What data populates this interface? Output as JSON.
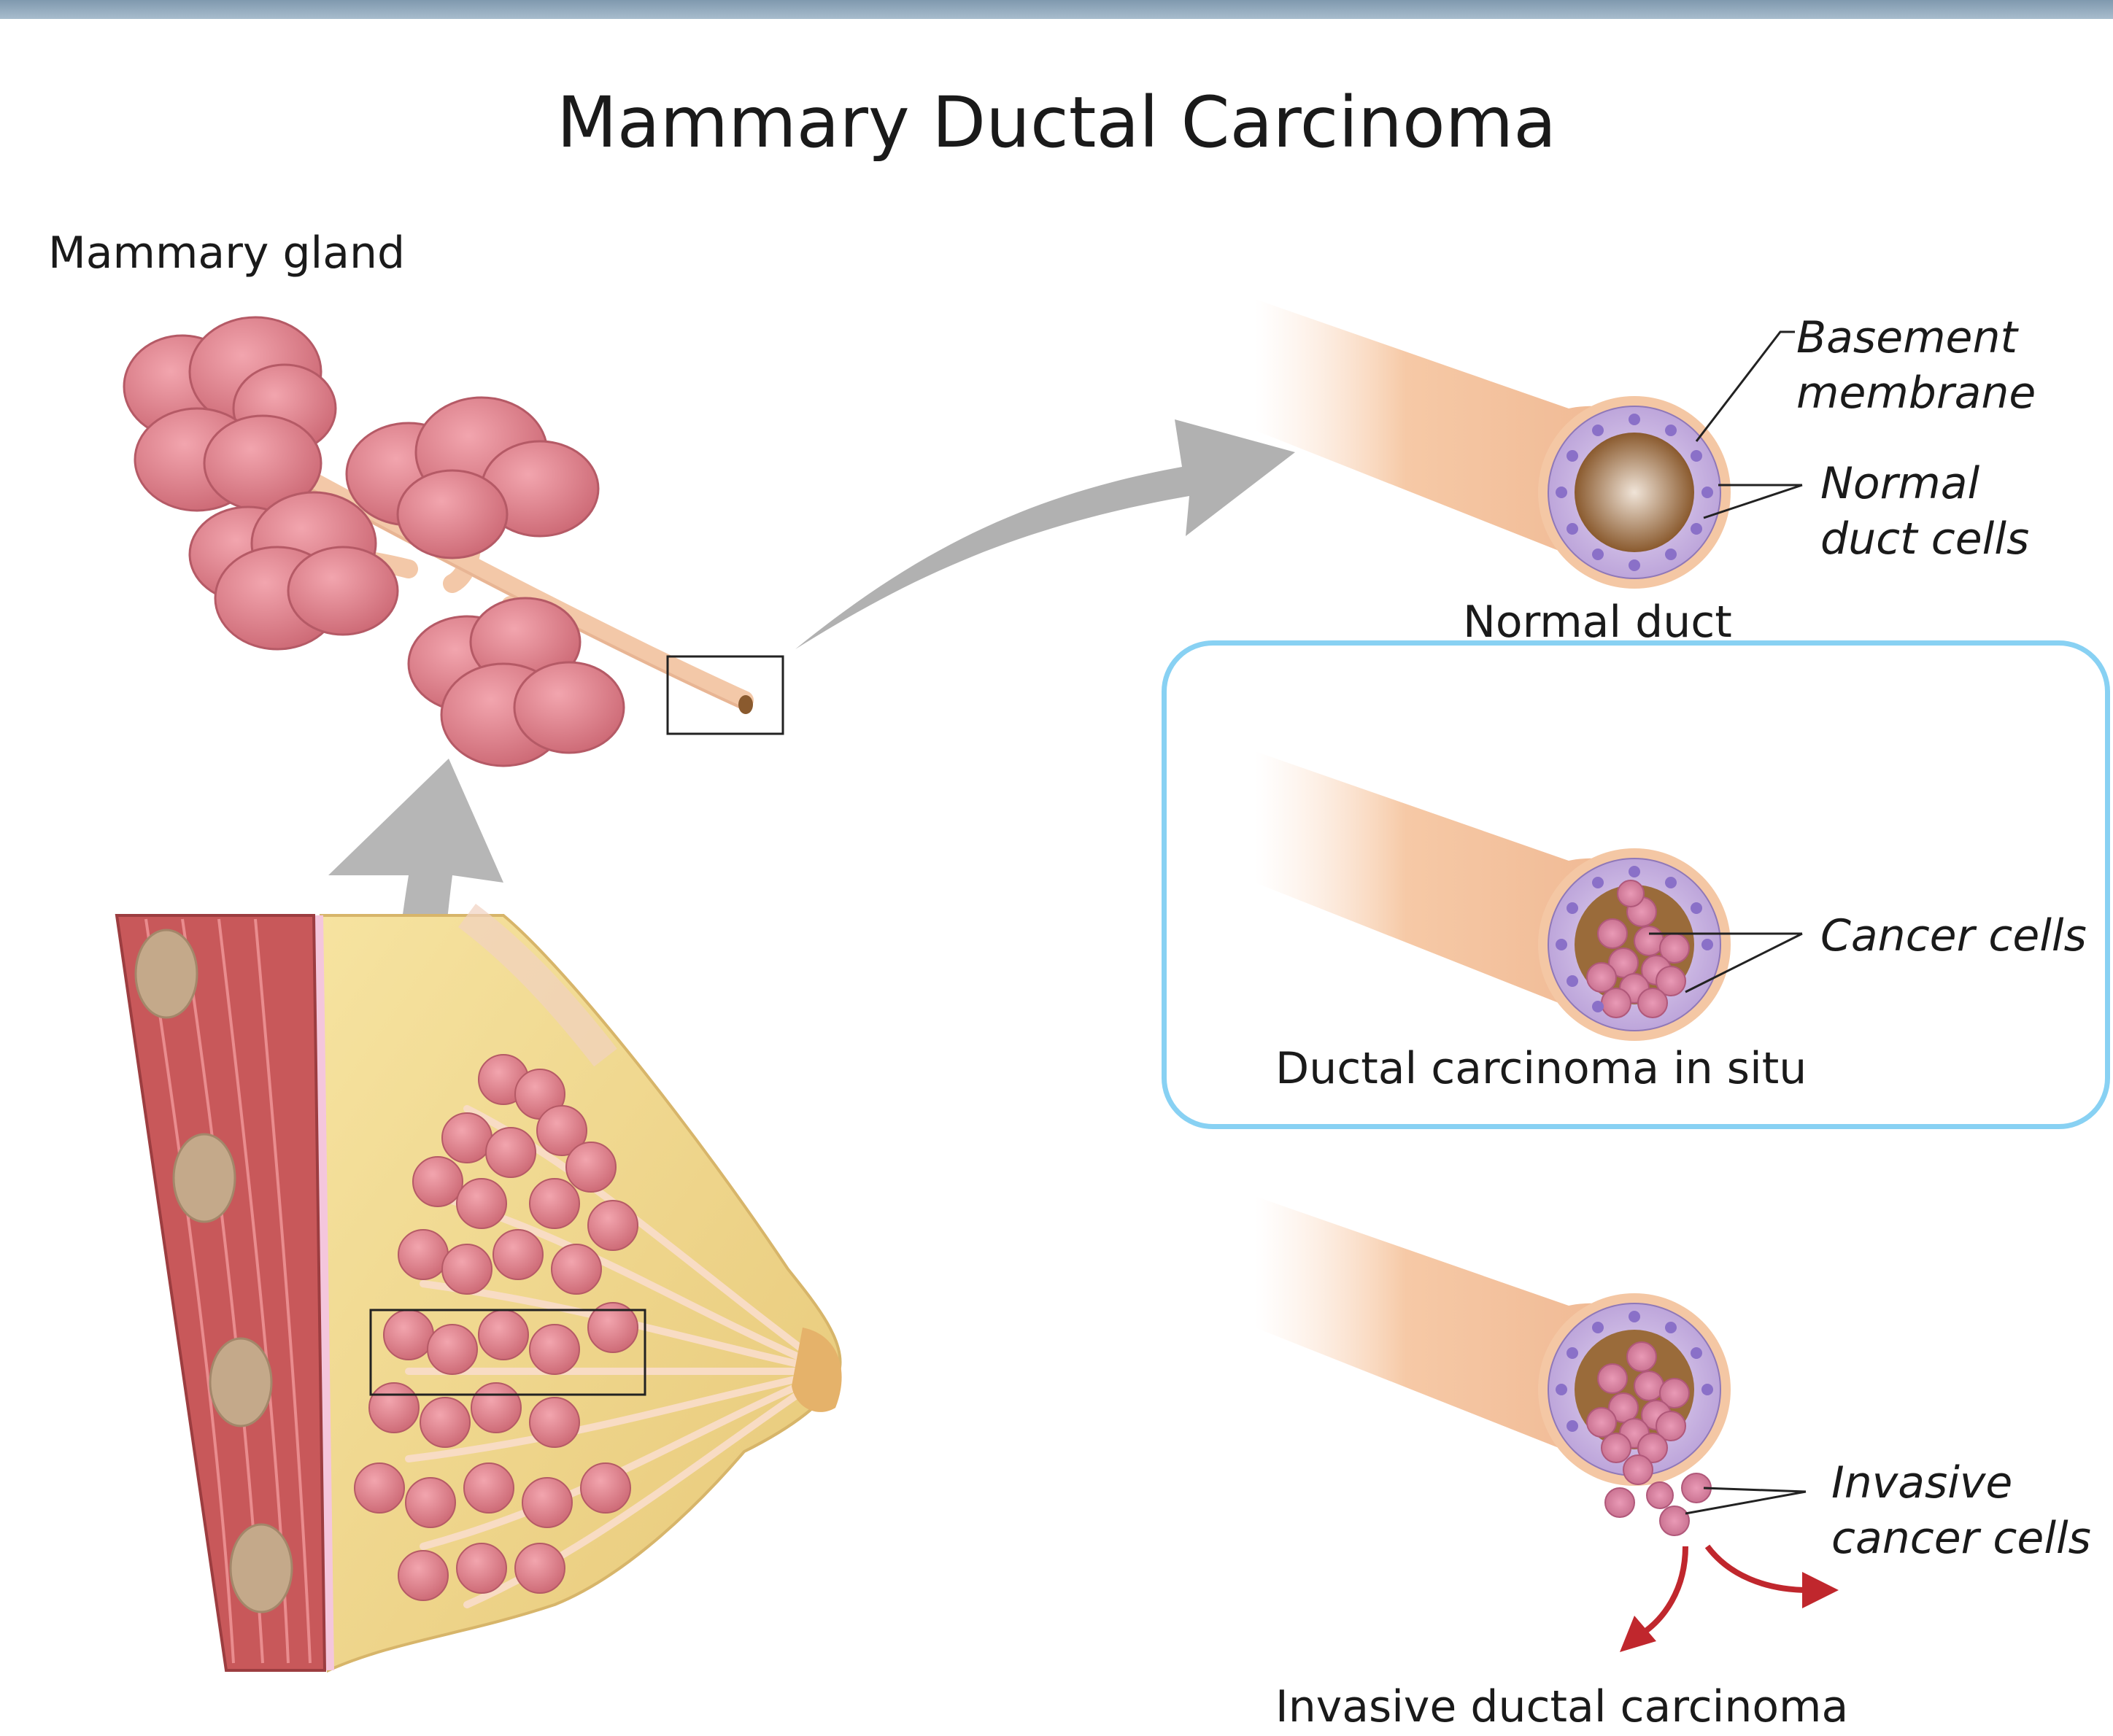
{
  "title": "Mammary Ductal Carcinoma",
  "labels": {
    "mammary_gland": "Mammary gland",
    "basement_membrane": "Basement membrane",
    "normal_duct_cells": "Normal duct cells",
    "normal_duct": "Normal duct",
    "cancer_cells": "Cancer cells",
    "dcis": "Ductal carcinoma in situ",
    "invasive_cancer_cells": "Invasive cancer cells",
    "idc": "Invasive ductal carcinoma"
  },
  "colors": {
    "lobule": "#dc7a86",
    "duct": "#f3c8a8",
    "muscle": "#c8585a",
    "fat": "#f2dd8e",
    "cell": "#c9a8e0",
    "highlight_border": "#88d1f3",
    "invasion_arrow": "#c0272d",
    "flow_arrow": "#a8a8a8"
  }
}
